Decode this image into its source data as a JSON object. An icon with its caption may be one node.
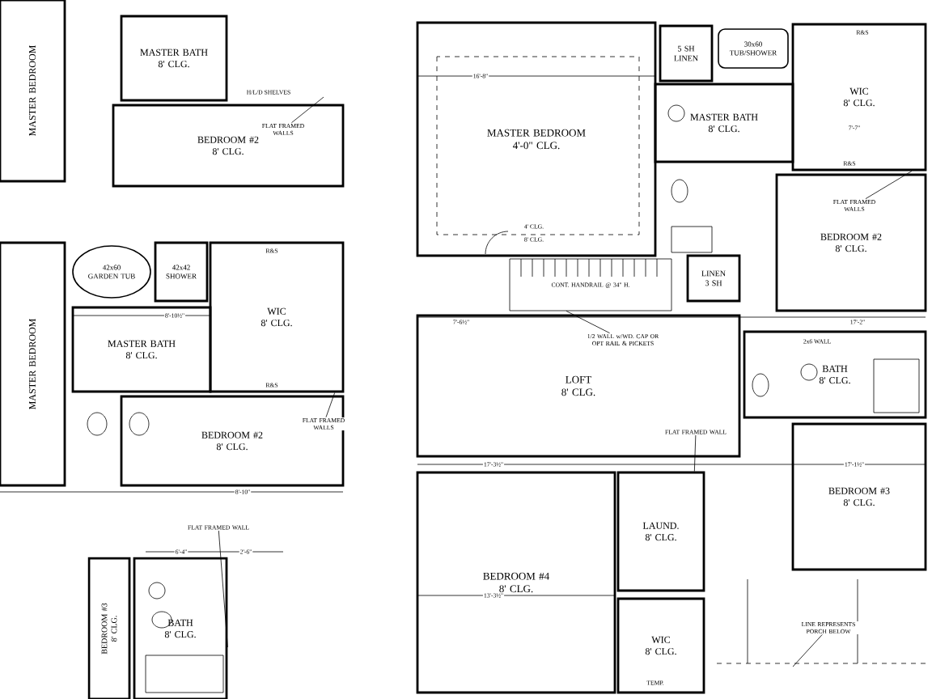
{
  "diagram": {
    "nodes": [
      {
        "text": [
          "MASTER BEDROOM"
        ]
      },
      {
        "text": [
          "MASTER BATH",
          "8' CLG."
        ]
      },
      {
        "text": [
          "BEDROOM #2",
          "8' CLG."
        ]
      },
      {
        "text": [
          "MASTER BEDROOM"
        ]
      },
      {
        "text": [
          "42x60 GARDEN TUB"
        ]
      },
      {
        "text": [
          "42x42 SHOWER"
        ]
      },
      {
        "text": [
          "WIC",
          "8' CLG."
        ]
      },
      {
        "text": [
          "MASTER BATH",
          "8' CLG."
        ]
      },
      {
        "text": [
          "BEDROOM #2",
          "8' CLG."
        ]
      },
      {
        "text": [
          "BATH",
          "8' CLG."
        ]
      },
      {
        "text": [
          "BEDROOM #3",
          "8' CLG."
        ]
      },
      {
        "text": [
          "MASTER BEDROOM",
          "4'-0\" CLG."
        ]
      },
      {
        "text": [
          "5 SH",
          "LINEN"
        ]
      },
      {
        "text": [
          "30x60 TUB/SHOWER"
        ]
      },
      {
        "text": [
          "MASTER BATH",
          "8' CLG."
        ]
      },
      {
        "text": [
          "WIC",
          "8' CLG."
        ]
      },
      {
        "text": [
          "BEDROOM #2",
          "8' CLG."
        ]
      },
      {
        "text": [
          "LINEN",
          "3 SH"
        ]
      },
      {
        "text": [
          "LOFT",
          "8' CLG."
        ]
      },
      {
        "text": [
          "BATH",
          "8' CLG."
        ]
      },
      {
        "text": [
          "BEDROOM #3",
          "8' CLG."
        ]
      },
      {
        "text": [
          "BEDROOM #4",
          "8' CLG."
        ]
      },
      {
        "text": [
          "LAUND.",
          "8' CLG."
        ]
      },
      {
        "text": [
          "WIC",
          "8' CLG."
        ]
      },
      {
        "text": [
          "FLAT FRAMED WALLS"
        ],
        "in": 2
      },
      {
        "text": [
          "FLAT FRAMED WALLS"
        ],
        "in": 8
      },
      {
        "text": [
          "FLAT FRAMED WALL"
        ]
      },
      {
        "text": [
          "FLAT FRAMED WALLS"
        ],
        "in": 16
      },
      {
        "text": [
          "1/2 WALL w/WD. CAP OR OPT RAIL & PICKETS"
        ],
        "in": 18
      },
      {
        "text": [
          "FLAT FRAMED WALL"
        ],
        "in": 18
      },
      {
        "text": [
          "LINE REPRESENTS PORCH BELOW"
        ]
      },
      {
        "text": [
          "CONT. HANDRAIL @ 34\" H."
        ]
      }
    ],
    "edges": [
      {
        "from": 24,
        "to": null,
        "arrow": "none"
      },
      {
        "from": 25,
        "to": 6,
        "arrow": "none"
      },
      {
        "from": 26,
        "to": 9,
        "arrow": "none"
      },
      {
        "from": 27,
        "to": 15,
        "arrow": "none"
      },
      {
        "from": 28,
        "to": 31,
        "arrow": "none"
      },
      {
        "from": 29,
        "to": 22,
        "arrow": "none"
      },
      {
        "from": 30,
        "to": null,
        "arrow": "none"
      }
    ],
    "labels": [
      "H/L/D SHELVES",
      "4' CLG.",
      "8' CLG.",
      "2x6 WALL",
      "TEMP.",
      "16'-8\"",
      "7'-6½\"",
      "17'-2\"",
      "17'-1½\"",
      "13'-3½\"",
      "17'-3½\"",
      "7'-7\"",
      "8'-10\"",
      "8'-10½\"",
      "6'-4\"",
      "2'-6\"",
      "R&S",
      "R&S",
      "R&S",
      "R&S"
    ]
  }
}
